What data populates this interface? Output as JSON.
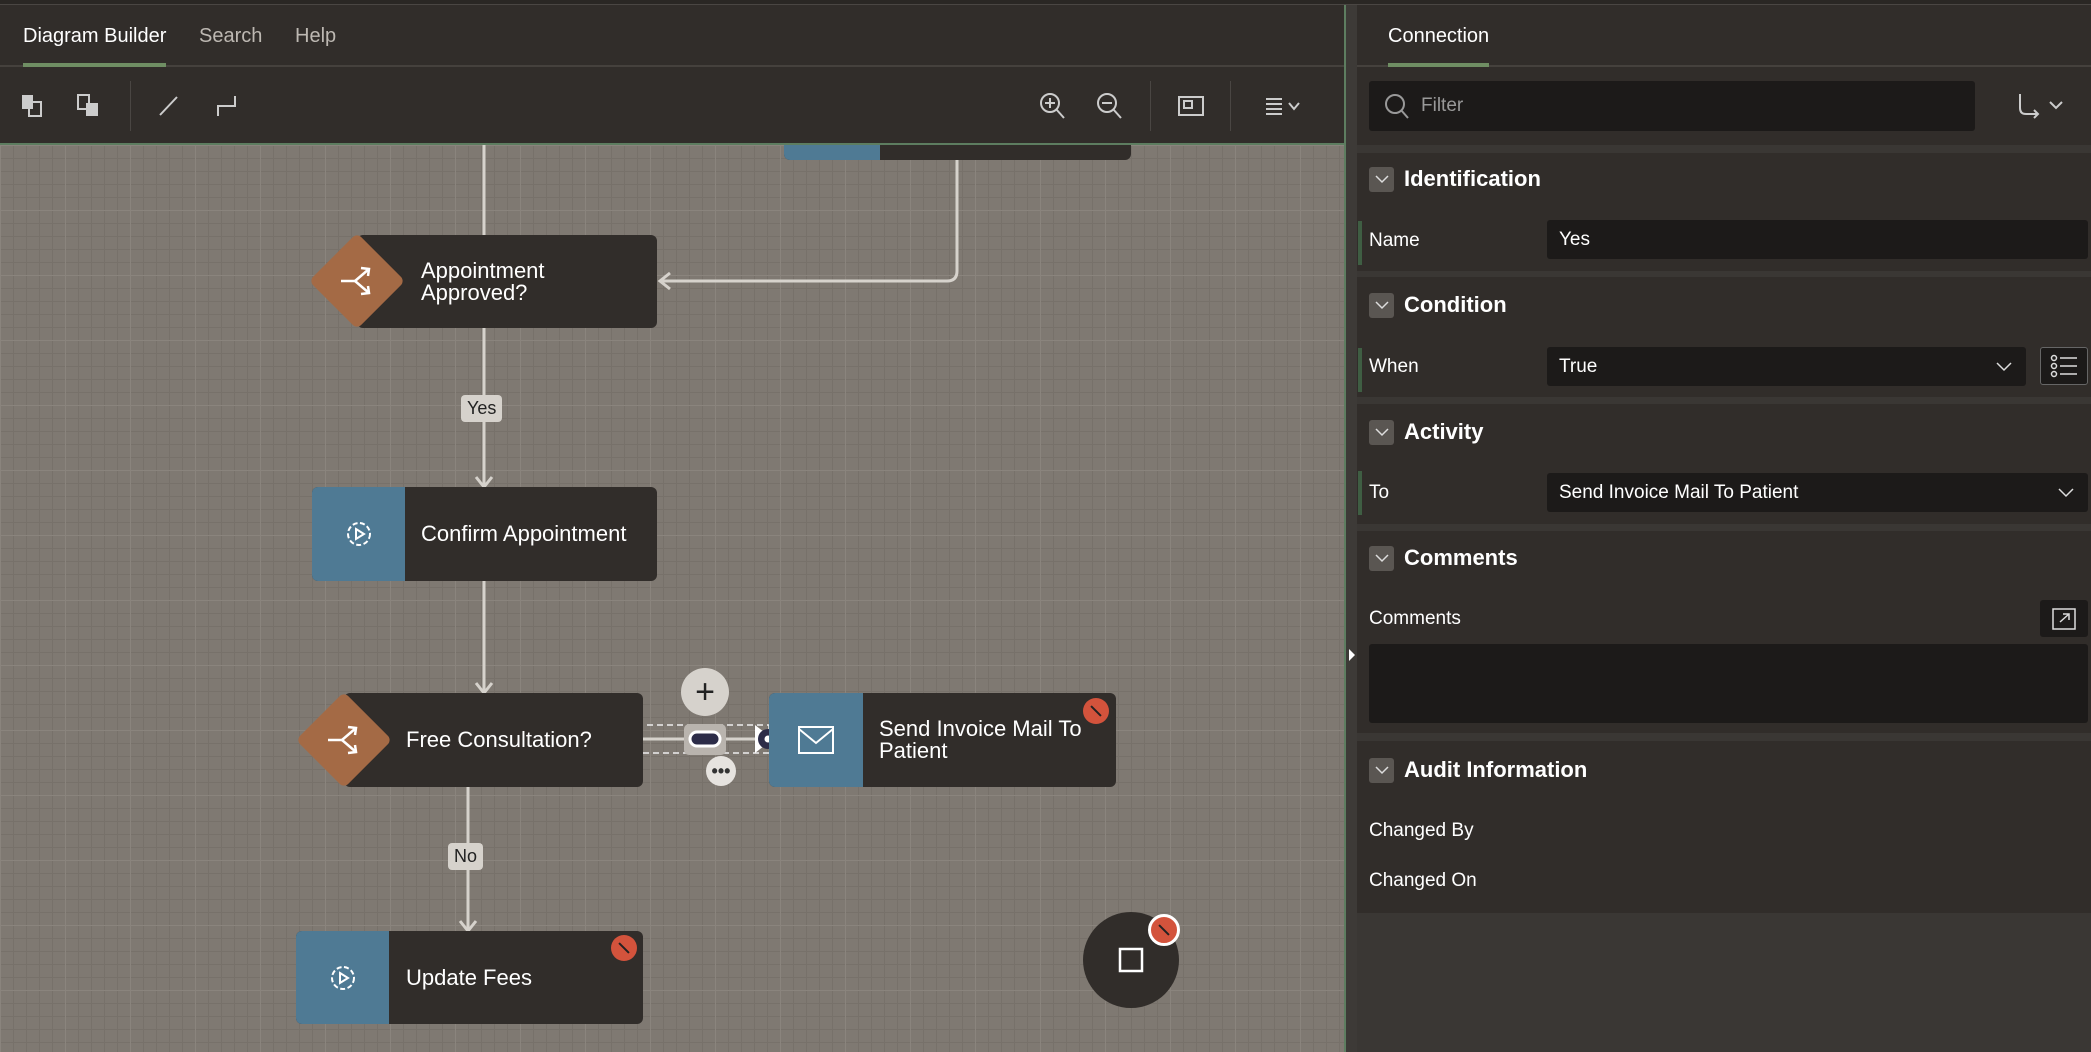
{
  "tabs": {
    "items": [
      {
        "label": "Diagram Builder"
      },
      {
        "label": "Search"
      },
      {
        "label": "Help"
      }
    ]
  },
  "canvas": {
    "nodes": {
      "appointment_approved": "Appointment Approved?",
      "confirm_appointment": "Confirm Appointment",
      "free_consultation": "Free Consultation?",
      "send_invoice": "Send Invoice Mail To Patient",
      "update_fees": "Update Fees"
    },
    "edge_labels": {
      "yes": "Yes",
      "no": "No"
    },
    "colors": {
      "decision": "#a46a45",
      "activity": "#4f7a94",
      "error": "#d3533c",
      "canvas": "#7f7972"
    }
  },
  "panel": {
    "tab": "Connection",
    "filter_placeholder": "Filter",
    "sections": {
      "identification": {
        "title": "Identification",
        "name_label": "Name",
        "name_value": "Yes"
      },
      "condition": {
        "title": "Condition",
        "when_label": "When",
        "when_value": "True"
      },
      "activity": {
        "title": "Activity",
        "to_label": "To",
        "to_value": "Send Invoice Mail To Patient"
      },
      "comments": {
        "title": "Comments",
        "comments_label": "Comments",
        "comments_value": ""
      },
      "audit": {
        "title": "Audit Information",
        "changed_by_label": "Changed By",
        "changed_on_label": "Changed On"
      }
    }
  }
}
